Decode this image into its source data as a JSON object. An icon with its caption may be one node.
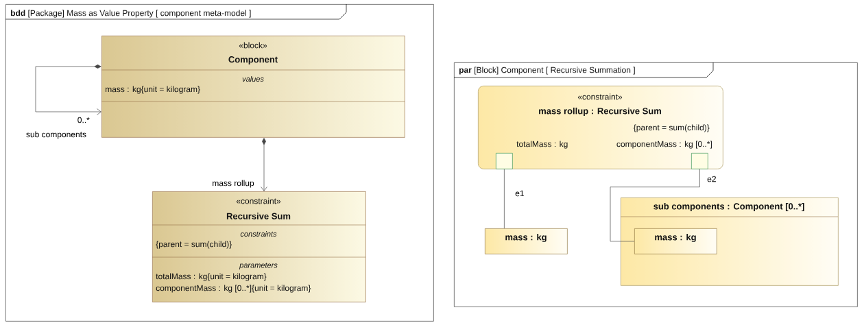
{
  "diagram": {
    "nodes": [
      {
        "text": [
          "**bdd** [Package] Mass as Value Property [ component meta-model ]"
        ]
      },
      {
        "text": [
          "«block»",
          "Component",
          "values",
          "mass : kg{unit = kilogram}"
        ],
        "in": 0
      },
      {
        "text": [
          "«constraint»",
          "Recursive Sum",
          "constraints",
          "{parent = sum(child)}",
          "parameters",
          "totalMass : kg{unit = kilogram}",
          "componentMass : kg [0..*]{unit = kilogram}"
        ],
        "in": 0
      },
      {
        "text": [
          "**par** [Block] Component [ Recursive Summation ]"
        ]
      },
      {
        "text": [
          "«constraint»",
          "mass rollup : Recursive Sum",
          "{parent = sum(child)}"
        ],
        "in": 3
      },
      {
        "text": [
          "totalMass : kg"
        ],
        "in": 4
      },
      {
        "text": [
          "componentMass : kg [0..*]"
        ],
        "in": 4
      },
      {
        "text": [
          "mass : kg"
        ],
        "in": 3
      },
      {
        "text": [
          "sub components : Component [0..*]"
        ],
        "in": 3
      },
      {
        "text": [
          "mass : kg"
        ],
        "in": 8
      }
    ],
    "edges": [
      {
        "from": 1,
        "to": 1,
        "arrow": "to",
        "label": "sub components"
      },
      {
        "from": 1,
        "to": 2,
        "arrow": "to",
        "label": "mass rollup"
      },
      {
        "from": 5,
        "to": 7,
        "arrow": "none",
        "label": "e1"
      },
      {
        "from": 6,
        "to": 9,
        "arrow": "none",
        "label": "e2"
      }
    ],
    "labels": [
      "0..*"
    ]
  }
}
